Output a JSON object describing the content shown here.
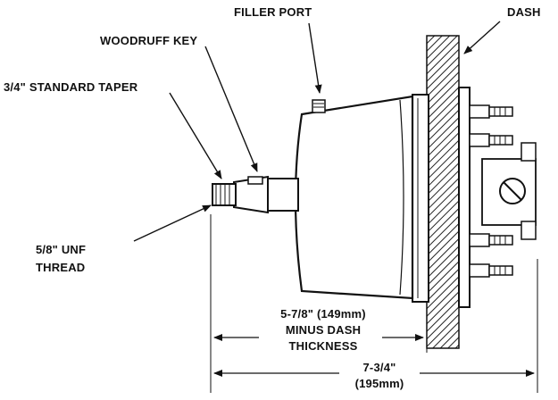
{
  "diagram": {
    "labels": {
      "filler_port": "FILLER PORT",
      "dash": "DASH",
      "woodruff_key": "WOODRUFF KEY",
      "taper": "3/4\" STANDARD TAPER",
      "thread_line1": "5/8\" UNF",
      "thread_line2": "THREAD",
      "dim_dash_line1": "5-7/8\" (149mm)",
      "dim_dash_line2": "MINUS DASH",
      "dim_dash_line3": "THICKNESS",
      "dim_total_line1": "7-3/4\"",
      "dim_total_line2": "(195mm)"
    },
    "colors": {
      "ink": "#111111",
      "paper": "#ffffff",
      "hatch": "#333333"
    }
  }
}
